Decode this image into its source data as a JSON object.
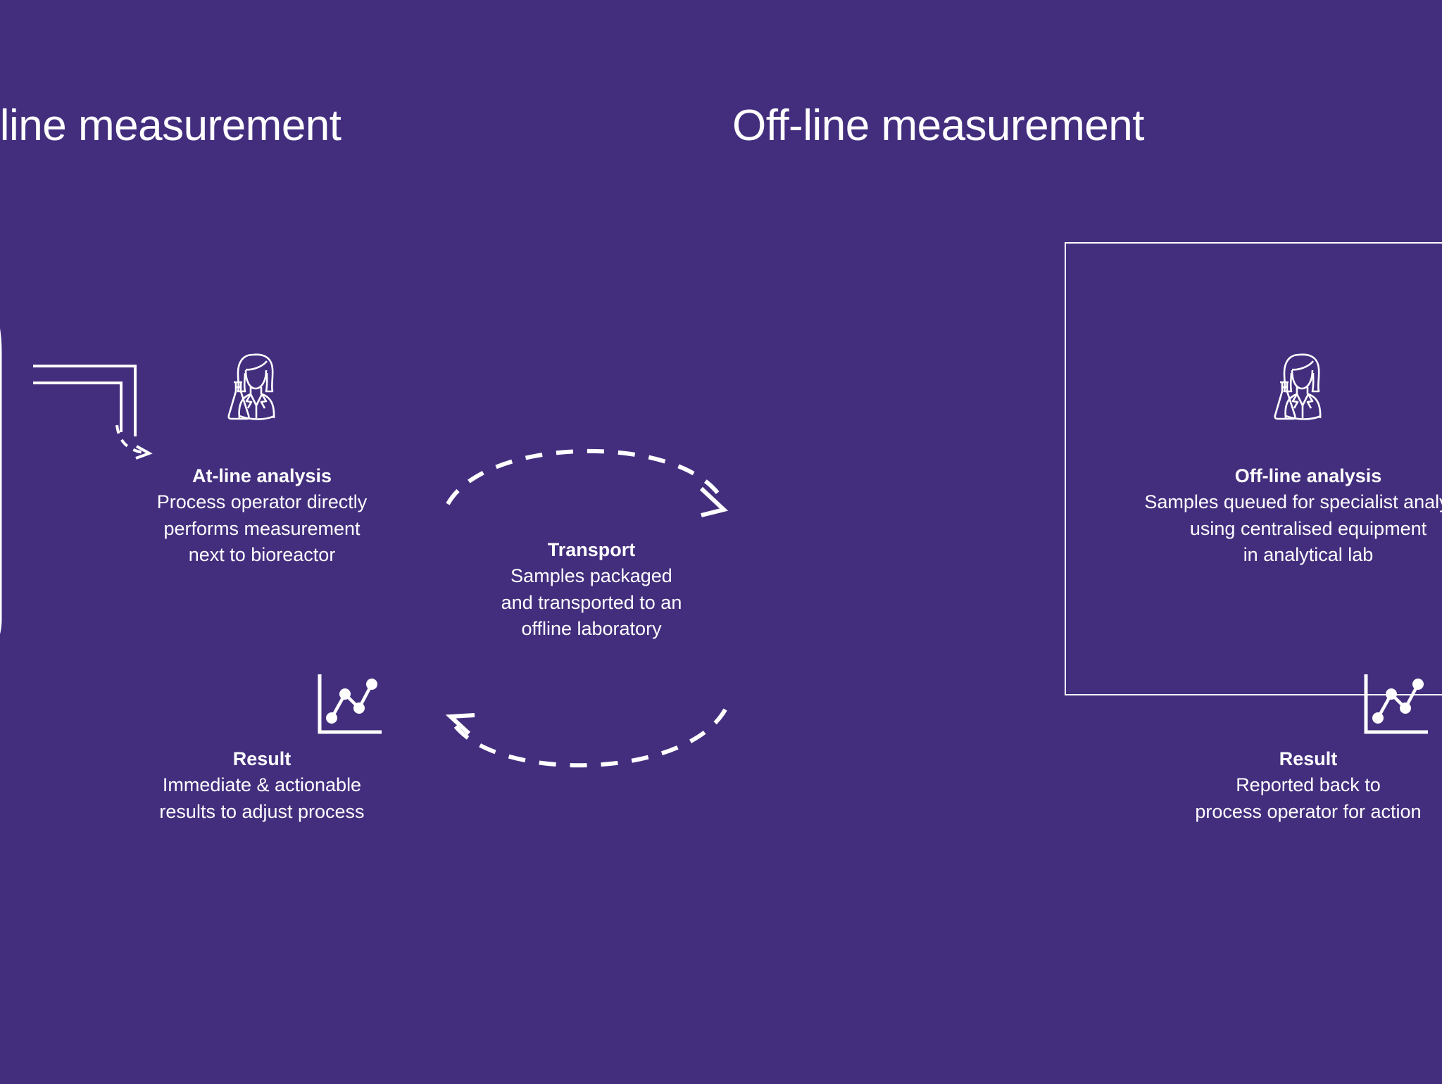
{
  "diagram": {
    "background_color": "#432e7e",
    "stroke_color": "#ffffff",
    "titles": {
      "left": "At-line measurement",
      "right": "Off-line measurement"
    },
    "sections": [
      {
        "id": "at-line-analysis",
        "icon": "scientist-flask-icon",
        "heading": "At-line analysis",
        "lines": [
          "Process operator directly",
          "performs measurement",
          "next to bioreactor"
        ]
      },
      {
        "id": "at-line-result",
        "icon": "line-chart-icon",
        "heading": "Result",
        "lines": [
          "Immediate & actionable",
          "results to adjust process"
        ]
      },
      {
        "id": "transport",
        "icon": "cycle-arrows-icon",
        "heading": "Transport",
        "lines": [
          "Samples packaged",
          "and transported to an",
          "offline laboratory"
        ]
      },
      {
        "id": "off-line-analysis",
        "icon": "scientist-flask-icon",
        "heading": "Off-line analysis",
        "lines": [
          "Samples queued for specialist analysis",
          "using centralised equipment",
          "in analytical lab"
        ]
      },
      {
        "id": "off-line-result",
        "icon": "line-chart-icon",
        "heading": "Result",
        "lines": [
          "Reported back to",
          "process operator for action"
        ]
      }
    ],
    "graphics": {
      "bioreactor": "bioreactor-vessel-icon",
      "sample_line": "sample-pipe-icon",
      "arrow_from_bioreactor": "dashed-arrow-icon",
      "arrow_to_offline": "dashed-arrow-icon",
      "arrow_top": "dashed-curved-arrow-right-icon",
      "arrow_bottom": "dashed-curved-arrow-left-icon"
    }
  }
}
